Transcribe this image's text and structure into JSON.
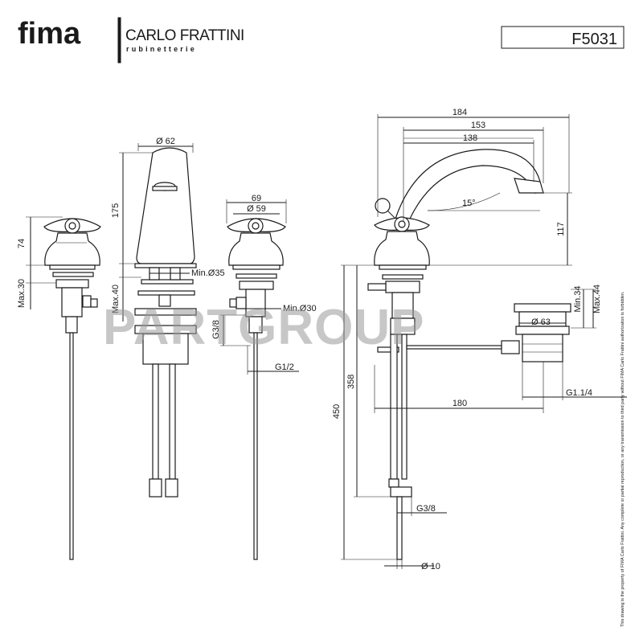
{
  "header": {
    "brand_fima": "fima",
    "brand_carlo": "CARLO FRATTINI",
    "brand_sub": "rubinetterie",
    "code": "F5031"
  },
  "watermark": "PARTGROUP",
  "side_note": "This drawing is the property of FIMA Carlo Frattini. Any complete or partial reproduction, or any transmission to third party without FIMA Carlo Frattini authorization is forbidden.",
  "dims": {
    "d74": "74",
    "dmax30": "Max.30",
    "d62": "Ø 62",
    "d175": "175",
    "dmin35": "Min.Ø35",
    "dmax40": "Max.40",
    "d69": "69",
    "d59": "Ø 59",
    "dmin30": "Min.Ø30",
    "dg38a": "G3/8",
    "dg12": "G1/2",
    "d184": "184",
    "d153": "153",
    "d138": "138",
    "d15deg": "15°",
    "d117": "117",
    "dmin34": "Min.34",
    "dmax44": "Max.44",
    "d63": "Ø 63",
    "d450": "450",
    "d358": "358",
    "d180": "180",
    "dg114": "G1.1/4",
    "dg38b": "G3/8",
    "d10": "Ø 10"
  },
  "colors": {
    "line": "#1a1a1a",
    "watermark": "#9a9a9a"
  }
}
